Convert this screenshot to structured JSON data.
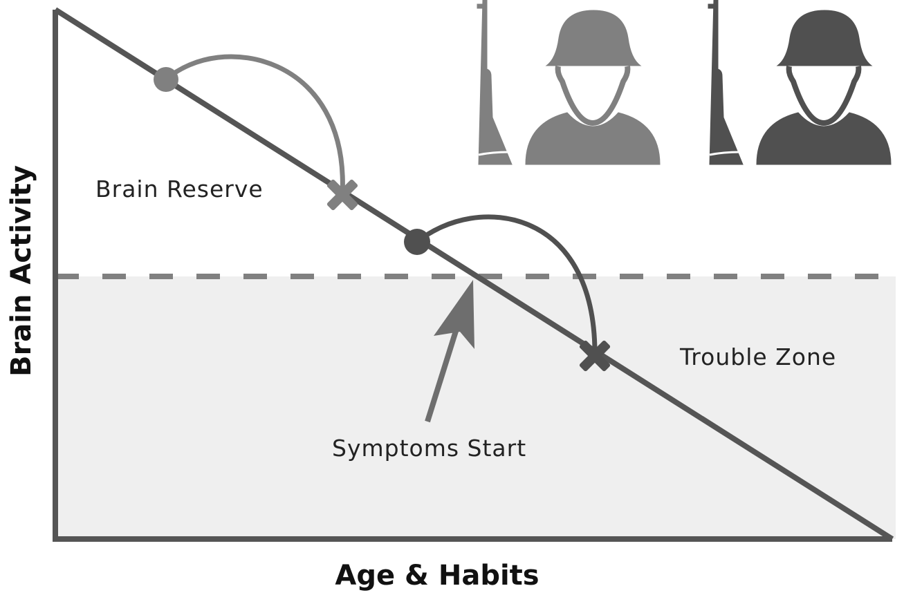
{
  "diagram": {
    "y_axis_label": "Brain Activity",
    "x_axis_label": "Age & Habits",
    "labels": {
      "brain_reserve": "Brain Reserve",
      "trouble_zone": "Trouble Zone",
      "symptoms_start": "Symptoms Start"
    },
    "colors": {
      "light": "#808080",
      "dark": "#505050",
      "axis": "#555555",
      "zone": "#efefef"
    },
    "icons": [
      "soldier-icon-light",
      "soldier-icon-dark"
    ]
  }
}
